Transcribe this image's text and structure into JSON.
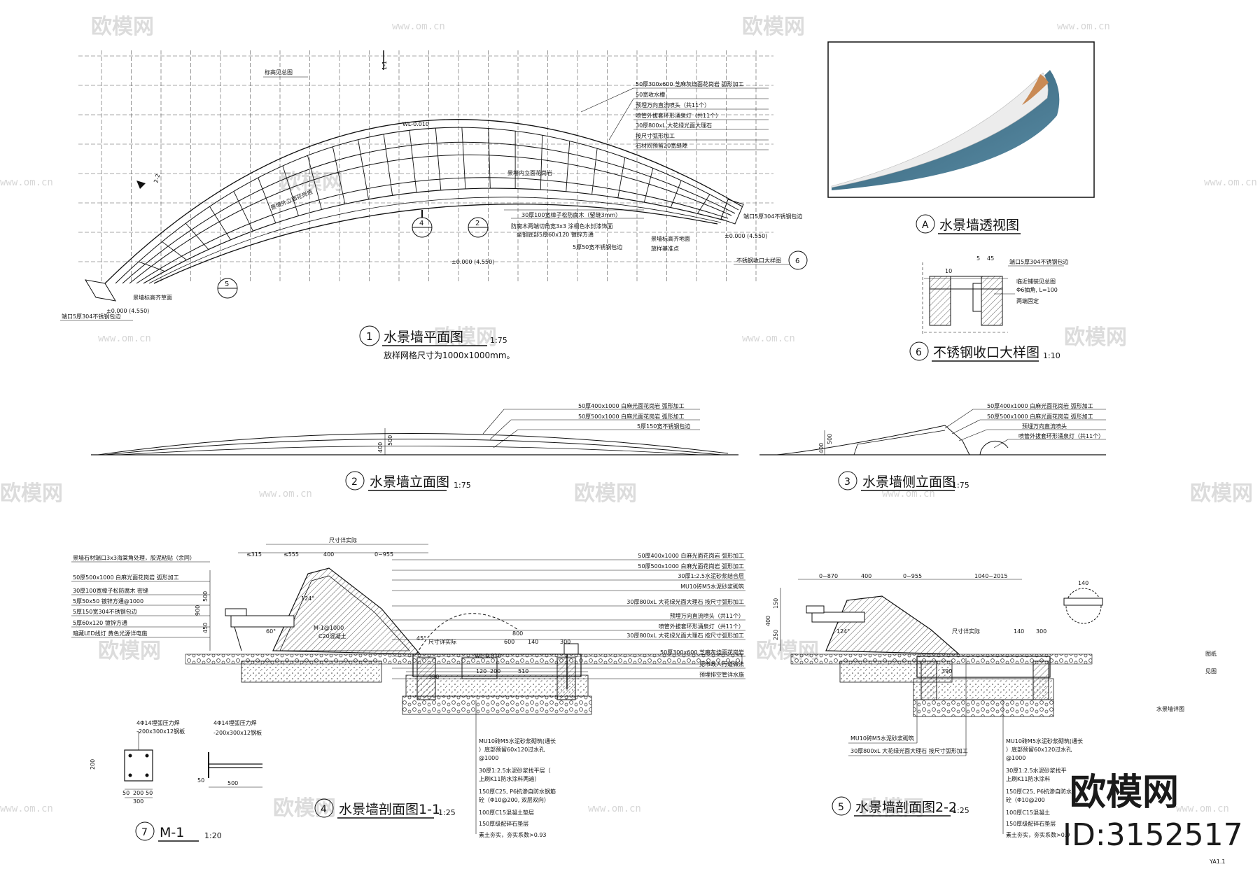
{
  "plan": {
    "number": "1",
    "title": "水景墙平面图",
    "scale": "1:75",
    "note": "放样网格尺寸为1000x1000mm。",
    "ref_top": "标高见总图",
    "annotations": [
      "50厚300x600 芝麻灰烧面花岗岩 弧形加工",
      "50宽收水槽",
      "预埋万向直流喷头（共11个）",
      "喷管外拔套环形涌泉灯（共11个）",
      "30厚800xL 大花绿光面大理石",
      "按尺寸弧形加工",
      "石材间预留20宽缝隙",
      "端口5厚304不锈钢包边",
      "30厚100宽樟子松防腐木（留缝3mm）",
      "防腐木两端切角宽3x3 涂桐色水封漆饰面",
      "坐钢底部5厚60x120 镀锌方通",
      "5厚50宽不锈钢包边",
      "景墙标高齐地面",
      "放样基准点",
      "不锈钢收口大样图",
      "景墙标高齐草面",
      "端口5厚304不锈钢包边",
      "景墙外立面花岗岩",
      "景墙内立面花岗岩",
      "景墙内立面花岗岩"
    ],
    "elev_labels": [
      "±0.000 (4.550)",
      "±0.000 (4.550)",
      "±0.000 (4.550)",
      "WL-0.010"
    ],
    "section_marks": [
      "4",
      "2",
      "5",
      "6",
      "1-1",
      "2-2"
    ]
  },
  "perspective": {
    "letter": "A",
    "title": "水景墙透视图"
  },
  "detail6": {
    "number": "6",
    "title": "不锈钢收口大样图",
    "scale": "1:10",
    "annotations": [
      "端口5厚304不锈钢包边",
      "临近铺装见总图",
      "Φ6抽角, L=100",
      "两端固定"
    ],
    "dims": [
      "10",
      "5",
      "45"
    ]
  },
  "elevation": {
    "number": "2",
    "title": "水景墙立面图",
    "scale": "1:75",
    "annotations": [
      "50厚400x1000 白麻光面花岗岩 弧形加工",
      "50厚500x1000 白麻光面花岗岩 弧形加工",
      "5厚150宽不锈钢包边"
    ],
    "dims": [
      "500",
      "400"
    ]
  },
  "side": {
    "number": "3",
    "title": "水景墙侧立面图",
    "scale": "1:75",
    "annotations": [
      "50厚400x1000 白麻光面花岗岩 弧形加工",
      "50厚500x1000 白麻光面花岗岩 弧形加工",
      "预埋万向直流喷头",
      "喷管外拔套环形涌泉灯（共11个）"
    ],
    "dims": [
      "500",
      "400"
    ]
  },
  "section11": {
    "number": "4",
    "title": "水景墙剖面图1-1",
    "scale": "1:25",
    "top_note": "尺寸详实际",
    "dims_top": [
      "≤315",
      "≤555",
      "400",
      "0~955"
    ],
    "left_notes": [
      "景墙石材端口3x3海棠角处理，胶泥粘贴（余同）",
      "50厚500x1000 白麻光面花岗岩 弧形加工",
      "30厚100宽樟子松防腐木 密缝",
      "5厚50x50 镀锌方通@1000",
      "5厚150宽304不锈钢包边",
      "5厚60x120 镀锌方通",
      "暗藏LED线灯 黄色光源详电施"
    ],
    "right_notes": [
      "50厚400x1000 白麻光面花岗岩 弧形加工",
      "50厚500x1000 白麻光面花岗岩 弧形加工",
      "30厚1:2.5水泥砂浆结合层",
      "MU10砖M5水泥砂浆砌筑",
      "30厚800xL 大花绿光面大理石 按尺寸弧形加工",
      "预埋万向直流喷头（共11个）",
      "喷管外拔套环形涌泉灯（共11个）",
      "30厚800xL 大花绿光面大理石 按尺寸弧形加工",
      "50厚300x600 芝麻灰烧面花岗岩",
      "见市政人行道做法",
      "预埋排空管详水施"
    ],
    "bottom_notes": [
      "MU10砖M5水泥砂浆砌筑(通长",
      "）底部预留60x120过水孔",
      "@1000",
      "30厚1:2.5水泥砂浆找平层（",
      "上刷K11防水涂料两遍）",
      "150厚C25, P6抗渗自防水钢筋",
      "砼（Φ10@200, 双层双向）",
      "100厚C15混凝土垫层",
      "150厚级配碎石垫层",
      "素土夯实，夯实系数>0.93"
    ],
    "inner_labels": [
      "C20混凝土",
      "M-1@1000",
      "WL-0.010",
      "尺寸详实际",
      "600",
      "800",
      "140",
      "300",
      "390",
      "120",
      "510",
      "200",
      "45°",
      "60°",
      "124°"
    ],
    "left_dims": [
      "500",
      "450",
      "900"
    ]
  },
  "section22": {
    "number": "5",
    "title": "水景墙剖面图2-2",
    "scale": "1:25",
    "dims_top": [
      "0~870",
      "400",
      "0~955",
      "1040~2015"
    ],
    "inner_labels": [
      "尺寸详实际",
      "140",
      "140",
      "300",
      "390",
      "124°"
    ],
    "left_dims": [
      "150",
      "250",
      "400"
    ],
    "bottom_left_notes": [
      "MU10砖M5水泥砂浆砌筑",
      "30厚800xL 大花绿光面大理石 按尺寸弧形加工"
    ],
    "bottom_right_notes": [
      "MU10砖M5水泥砂浆砌筑(通长",
      "）底部预留60x120过水孔",
      "@1000",
      "30厚1:2.5水泥砂浆找平",
      "上刷K11防水涂料",
      "150厚C25, P6抗渗自防水",
      "砼（Φ10@200",
      "100厚C15混凝土",
      "150厚级配碎石垫层",
      "素土夯实，夯实系数>0.9"
    ]
  },
  "m1": {
    "number": "7",
    "title": "M-1",
    "scale": "1:20",
    "notes": [
      "4Φ14埋弧压力焊",
      "-200x300x12钢板",
      "-200x300x12钢板",
      "4Φ14埋弧压力焊"
    ],
    "dims": [
      "200",
      "50",
      "200",
      "50",
      "300",
      "500",
      "50"
    ]
  },
  "side_notes": [
    "图纸",
    "见图",
    "水景墙详图"
  ],
  "sheet_code": "YA1.1",
  "watermark": {
    "brand_text": "欧模网",
    "url": "www.om.cn",
    "corner_brand": "欧模网",
    "corner_id": "ID:3152517"
  },
  "colors": {
    "line": "#111111",
    "grid": "#555555",
    "wall_top": "#e8e8e8",
    "wall_blue": "#3e6f86",
    "wall_inner": "#c98a55"
  }
}
